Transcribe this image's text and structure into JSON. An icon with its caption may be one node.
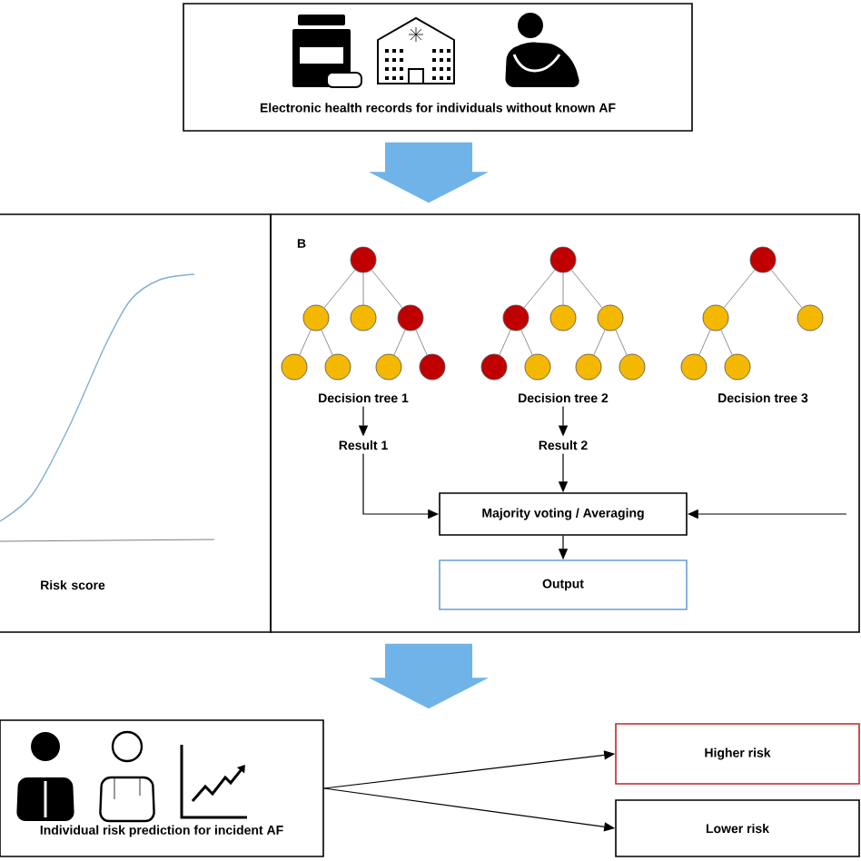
{
  "diagram": {
    "nodes": [
      {
        "text": [
          "Electronic health records for individuals without known AF"
        ]
      },
      {
        "text": [
          "Risk score"
        ]
      },
      {
        "text": [
          "B"
        ]
      },
      {
        "text": [],
        "shape": "circle",
        "in": 2
      },
      {
        "text": [],
        "shape": "circle",
        "in": 2
      },
      {
        "text": [],
        "shape": "circle",
        "in": 2
      },
      {
        "text": [],
        "shape": "circle",
        "in": 2
      },
      {
        "text": [],
        "shape": "circle",
        "in": 2
      },
      {
        "text": [],
        "shape": "circle",
        "in": 2
      },
      {
        "text": [],
        "shape": "circle",
        "in": 2
      },
      {
        "text": [],
        "shape": "circle",
        "in": 2
      },
      {
        "text": [],
        "shape": "circle",
        "in": 2
      },
      {
        "text": [],
        "shape": "circle",
        "in": 2
      },
      {
        "text": [],
        "shape": "circle",
        "in": 2
      },
      {
        "text": [],
        "shape": "circle",
        "in": 2
      },
      {
        "text": [],
        "shape": "circle",
        "in": 2
      },
      {
        "text": [],
        "shape": "circle",
        "in": 2
      },
      {
        "text": [],
        "shape": "circle",
        "in": 2
      },
      {
        "text": [],
        "shape": "circle",
        "in": 2
      },
      {
        "text": [],
        "shape": "circle",
        "in": 2
      },
      {
        "text": [],
        "shape": "circle",
        "in": 2
      },
      {
        "text": [],
        "shape": "circle",
        "in": 2
      },
      {
        "text": [],
        "shape": "circle",
        "in": 2
      },
      {
        "text": [],
        "shape": "circle",
        "in": 2
      },
      {
        "text": [
          "Decision tree 1"
        ],
        "in": 2
      },
      {
        "text": [
          "Result 1"
        ],
        "in": 2
      },
      {
        "text": [
          "Decision tree 2"
        ],
        "in": 2
      },
      {
        "text": [
          "Result 2"
        ],
        "in": 2
      },
      {
        "text": [
          "Decision tree 3"
        ],
        "in": 2
      },
      {
        "text": [
          "Majority voting / Averaging"
        ],
        "in": 2
      },
      {
        "text": [
          "Output"
        ],
        "in": 2
      },
      {
        "text": [
          "Individual risk prediction for incident AF"
        ]
      },
      {
        "text": [
          "Higher risk"
        ]
      },
      {
        "text": [
          "Lower risk"
        ]
      }
    ],
    "edges": [
      {
        "from": 3,
        "to": 4,
        "arrow": "none"
      },
      {
        "from": 3,
        "to": 5,
        "arrow": "none"
      },
      {
        "from": 3,
        "to": 6,
        "arrow": "none"
      },
      {
        "from": 4,
        "to": 7,
        "arrow": "none"
      },
      {
        "from": 4,
        "to": 8,
        "arrow": "none"
      },
      {
        "from": 6,
        "to": 9,
        "arrow": "none"
      },
      {
        "from": 6,
        "to": 10,
        "arrow": "none"
      },
      {
        "from": 11,
        "to": 12,
        "arrow": "none"
      },
      {
        "from": 11,
        "to": 13,
        "arrow": "none"
      },
      {
        "from": 11,
        "to": 14,
        "arrow": "none"
      },
      {
        "from": 12,
        "to": 15,
        "arrow": "none"
      },
      {
        "from": 12,
        "to": 16,
        "arrow": "none"
      },
      {
        "from": 14,
        "to": 17,
        "arrow": "none"
      },
      {
        "from": 14,
        "to": 18,
        "arrow": "none"
      },
      {
        "from": 19,
        "to": 20,
        "arrow": "none"
      },
      {
        "from": 19,
        "to": 21,
        "arrow": "none"
      },
      {
        "from": 20,
        "to": 22,
        "arrow": "none"
      },
      {
        "from": 20,
        "to": 23,
        "arrow": "none"
      },
      {
        "from": 24,
        "to": 25,
        "arrow": "to",
        "color": "#000000"
      },
      {
        "from": 26,
        "to": 27,
        "arrow": "to",
        "color": "#000000"
      },
      {
        "from": 25,
        "to": 29,
        "arrow": "to",
        "color": "#000000"
      },
      {
        "from": 27,
        "to": 29,
        "arrow": "to",
        "color": "#000000"
      },
      {
        "from": null,
        "to": 29,
        "arrow": "to",
        "color": "#000000"
      },
      {
        "from": 29,
        "to": 30,
        "arrow": "to",
        "color": "#000000"
      },
      {
        "from": 0,
        "to": 2,
        "arrow": "to",
        "style": "thick",
        "color": "#6fb3e8"
      },
      {
        "from": 2,
        "to": 31,
        "arrow": "to",
        "style": "thick",
        "color": "#6fb3e8"
      },
      {
        "from": 31,
        "to": 32,
        "arrow": "to",
        "color": "#000000"
      },
      {
        "from": 31,
        "to": 33,
        "arrow": "to",
        "color": "#000000"
      }
    ]
  }
}
